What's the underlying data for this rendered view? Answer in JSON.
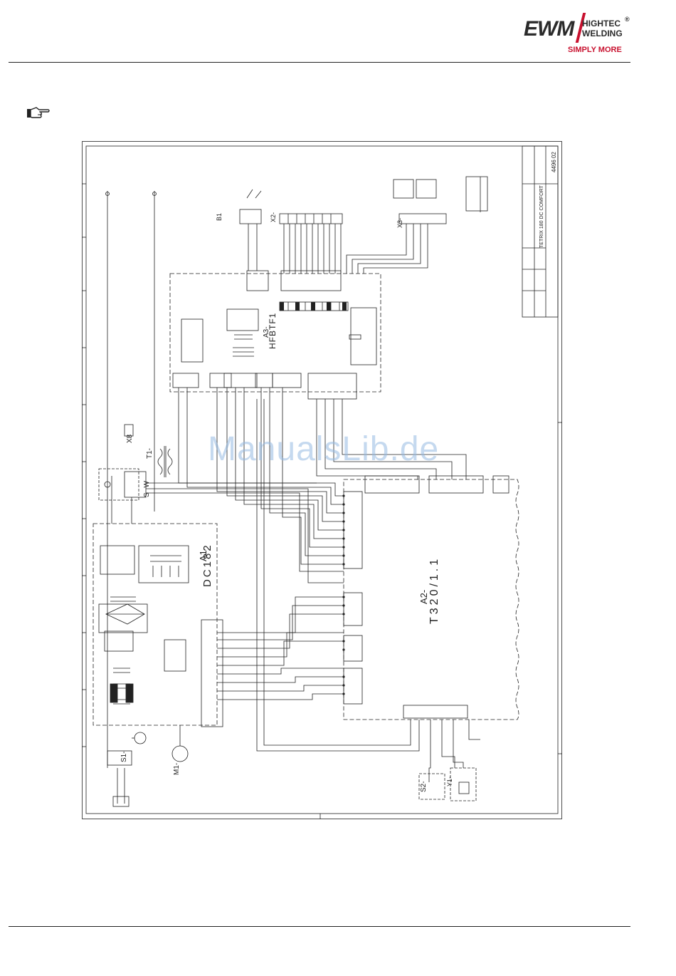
{
  "brand": {
    "logo_main": "EWM",
    "logo_line1": "HIGHTEC",
    "logo_line2": "WELDING",
    "logo_registered": "®",
    "tagline": "SIMPLY MORE",
    "accent_color": "#c8102e",
    "text_color": "#2b2b2b"
  },
  "note_icon": "pointing-hand-icon",
  "watermark": "ManualsLib.de",
  "schematic": {
    "title_block": {
      "product": "TETRIX 180 DC COMFORT",
      "drawing_number": "4496 02"
    },
    "modules": {
      "a1_ref": "A1-",
      "a1_name": "DC182",
      "a2_ref": "A2-",
      "a2_name": "T320/1.1",
      "a3_ref": "A3-",
      "a3_name": "HFBTF1"
    },
    "components": {
      "s1": "S1-",
      "s2": "S2-",
      "m1": "M1-",
      "t1": "T1-",
      "x8": "X8",
      "sw": "S W",
      "b1": "B1",
      "x2": "X2-",
      "x3": "X3-",
      "y1": "Y1-"
    }
  }
}
